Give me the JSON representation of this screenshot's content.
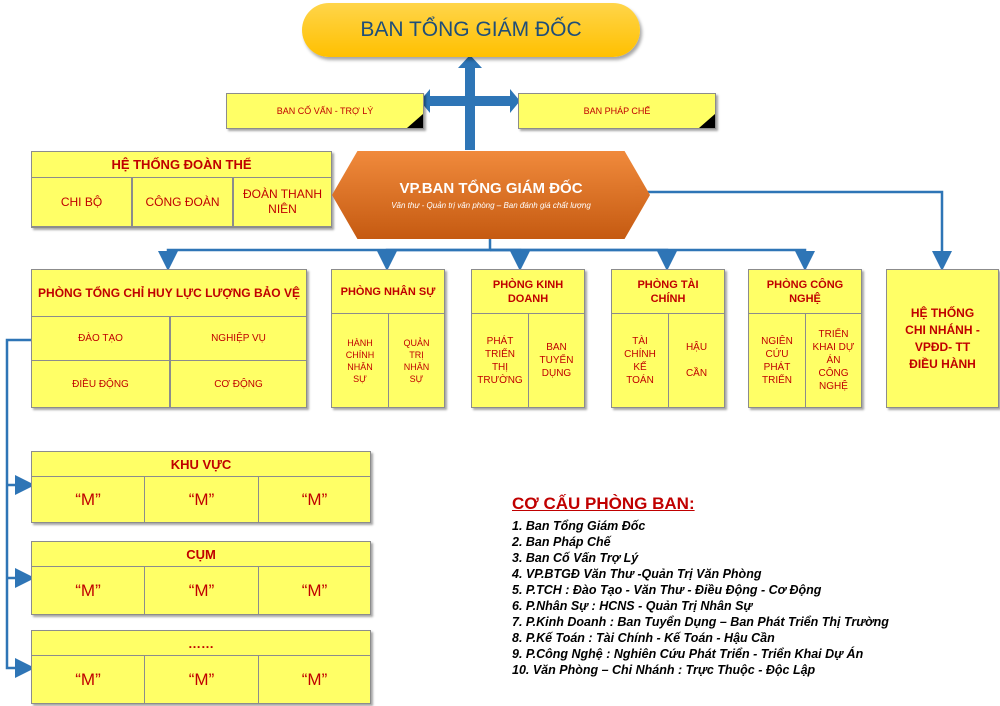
{
  "top": {
    "title": "BAN TỔNG GIÁM ĐỐC"
  },
  "advisors": {
    "left": "BAN CỐ VẤN - TRỢ LÝ",
    "right": "BAN PHÁP CHẾ"
  },
  "union": {
    "title": "HỆ THỐNG ĐOÀN THỂ",
    "items": [
      "CHI BỘ",
      "CÔNG ĐOÀN",
      "ĐOÀN THANH NIÊN"
    ]
  },
  "office": {
    "title": "VP.BAN TỔNG GIÁM ĐỐC",
    "subtitle": "Văn thư - Quản trị văn phòng – Ban đánh giá chất lượng"
  },
  "security": {
    "title": "PHÒNG TỔNG CHỈ HUY LỰC LƯỢNG BẢO VỆ",
    "items": [
      "ĐÀO TẠO",
      "NGHIỆP VỤ",
      "ĐIỀU ĐỘNG",
      "CƠ ĐỘNG"
    ]
  },
  "hr": {
    "title": "PHÒNG NHÂN SỰ",
    "items": [
      "HÀNH CHÍNH NHÂN SỰ",
      "QUẢN TRỊ NHÂN SỰ"
    ]
  },
  "business": {
    "title": "PHÒNG KINH DOANH",
    "items": [
      "PHÁT TRIỂN THỊ TRƯỜNG",
      "BAN TUYỂN DỤNG"
    ]
  },
  "finance": {
    "title": "PHÒNG TÀI CHÍNH",
    "items": [
      "TÀI CHÍNH KẾ TOÁN",
      "HẬU CẦN"
    ]
  },
  "tech": {
    "title": "PHÒNG CÔNG NGHỆ",
    "items": [
      "NGIÊN CỨU PHÁT TRIỂN",
      "TRIỂN KHAI DỰ ÁN CÔNG NGHỆ"
    ]
  },
  "branch": {
    "title": "HỆ THỐNG CHI NHÁNH -VPĐD- TT ĐIỀU HÀNH"
  },
  "region": {
    "title": "KHU VỰC",
    "items": [
      "“M”",
      "“M”",
      "“M”"
    ]
  },
  "cluster": {
    "title": "CỤM",
    "items": [
      "“M”",
      "“M”",
      "“M”"
    ]
  },
  "more": {
    "title": "……",
    "items": [
      "“M”",
      "“M”",
      "“M”"
    ]
  },
  "legend": {
    "title": "CƠ CẤU PHÒNG BAN:",
    "items": [
      "1. Ban Tổng Giám Đốc",
      "2. Ban Pháp Chế",
      "3. Ban Cố Vấn Trợ Lý",
      "4. VP.BTGĐ Văn Thư -Quản Trị Văn Phòng",
      "5. P.TCH : Đào Tạo - Văn Thư - Điều Động - Cơ Động",
      "6. P.Nhân Sự : HCNS - Quản Trị Nhân Sự",
      "7. P.Kinh Doanh : Ban Tuyển Dụng – Ban Phát Triển Thị Trường",
      "8. P.Kế Toán : Tài Chính - Kế Toán - Hậu Cần",
      "9. P.Công Nghệ : Nghiên Cứu Phát Triển - Triển Khai Dự Án",
      "10. Văn Phòng – Chi Nhánh : Trực Thuộc - Độc Lập"
    ]
  },
  "colors": {
    "yellow": "#ffff66",
    "orange": "#e46c0a",
    "blue": "#2e75b6",
    "red": "#c00000",
    "gold": "#ffc000",
    "top_text": "#1f4e79"
  }
}
